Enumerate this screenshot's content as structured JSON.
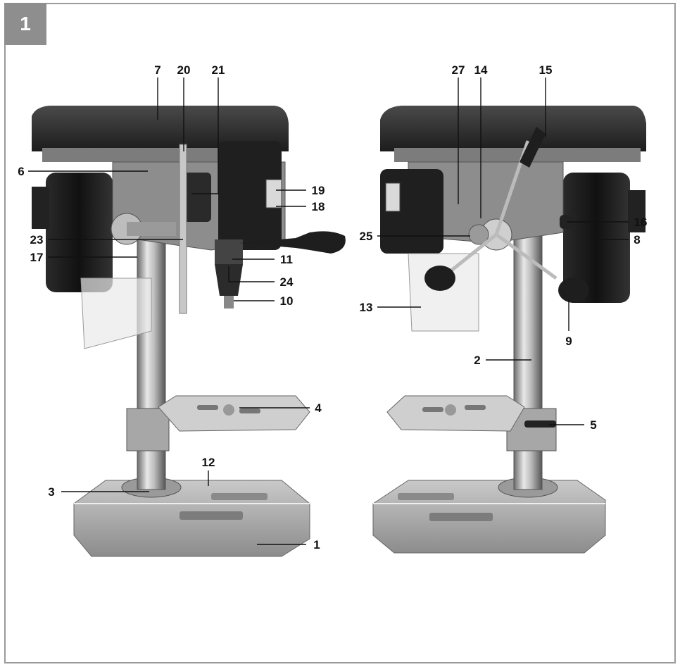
{
  "figure": {
    "number": "1"
  },
  "left_view": {
    "labels": [
      "7",
      "20",
      "21",
      "6",
      "19",
      "18",
      "23",
      "17",
      "11",
      "24",
      "10",
      "4",
      "12",
      "3",
      "1"
    ]
  },
  "right_view": {
    "labels": [
      "27",
      "14",
      "15",
      "16",
      "25",
      "8",
      "13",
      "9",
      "2",
      "5"
    ]
  }
}
